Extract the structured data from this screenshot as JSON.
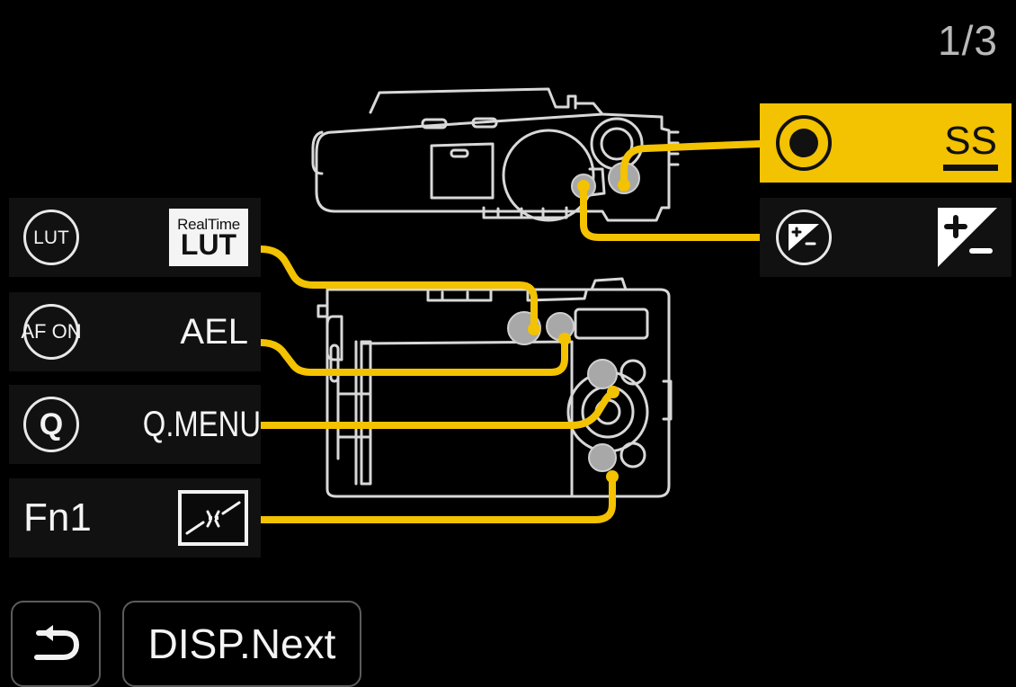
{
  "screen": {
    "page_indicator": "1/3",
    "background_color": "#000000",
    "accent_color": "#f3c200",
    "row_color": "#111111",
    "text_color": "#f4f4f4"
  },
  "left_panel": {
    "items": [
      {
        "button_icon": "LUT",
        "icon_name": "lut-circle-icon",
        "assignment": "RealTime LUT",
        "assignment_top": "RealTime",
        "assignment_bottom": "LUT",
        "assignment_kind": "badge"
      },
      {
        "button_icon": "AF ON",
        "icon_name": "af-on-circle-icon",
        "assignment": "AEL",
        "assignment_kind": "text"
      },
      {
        "button_icon": "Q",
        "icon_name": "q-circle-icon",
        "assignment": "Q.MENU",
        "assignment_kind": "text"
      },
      {
        "button_icon": "Fn1",
        "icon_name": "fn1-label",
        "assignment": "",
        "assignment_kind": "picture-icon",
        "assignment_icon_name": "level-gauge-icon"
      }
    ]
  },
  "right_panel": {
    "items": [
      {
        "button_icon": "",
        "icon_name": "record-circle-icon",
        "assignment": "SS",
        "assignment_kind": "text",
        "selected": true
      },
      {
        "button_icon": "",
        "icon_name": "exposure-compensation-circle-icon",
        "assignment": "",
        "assignment_kind": "expo-icon",
        "assignment_icon_name": "exposure-compensation-icon",
        "selected": false
      }
    ]
  },
  "bottom_bar": {
    "back_label": "",
    "back_icon_name": "back-arrow-icon",
    "disp_label": "DISP.Next"
  },
  "diagrams": {
    "top_view_name": "camera-top-view-diagram",
    "rear_view_name": "camera-rear-view-diagram"
  }
}
